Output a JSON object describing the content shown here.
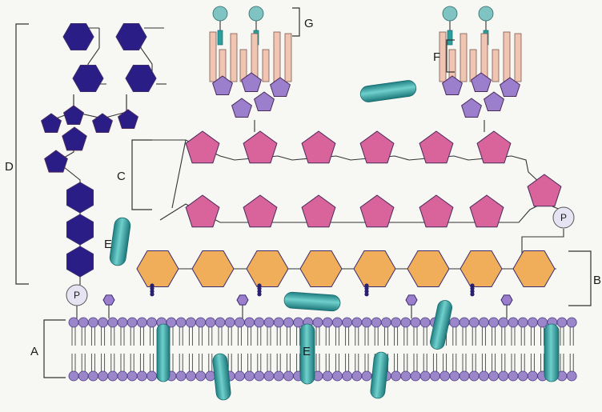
{
  "labels": {
    "A": "A",
    "B": "B",
    "C": "C",
    "D": "D",
    "E_left": "E",
    "E_center": "E",
    "F": "F",
    "G": "G",
    "phosphate_left": "P",
    "phosphate_right": "P"
  },
  "colors": {
    "background": "#f7f7f3",
    "dark_sugar": "#2a1e86",
    "pink_sugar": "#d9649b",
    "purple_sugar": "#9b7fcd",
    "orange_sugar": "#f0ad5a",
    "protein_teal": "#2b9e9e",
    "phospholipid_head": "#9b86c9",
    "phosphate_circle": "#e6e4f2",
    "peptide_rect": "#f0c6b3",
    "lipid_ball": "#7fc4c2"
  },
  "icons": {
    "dark_sugar": "hexagon-icon",
    "pink_sugar": "pentagon-icon",
    "orange_sugar": "hexagon-icon",
    "protein": "capsule-icon",
    "phosphate": "circle-icon"
  }
}
